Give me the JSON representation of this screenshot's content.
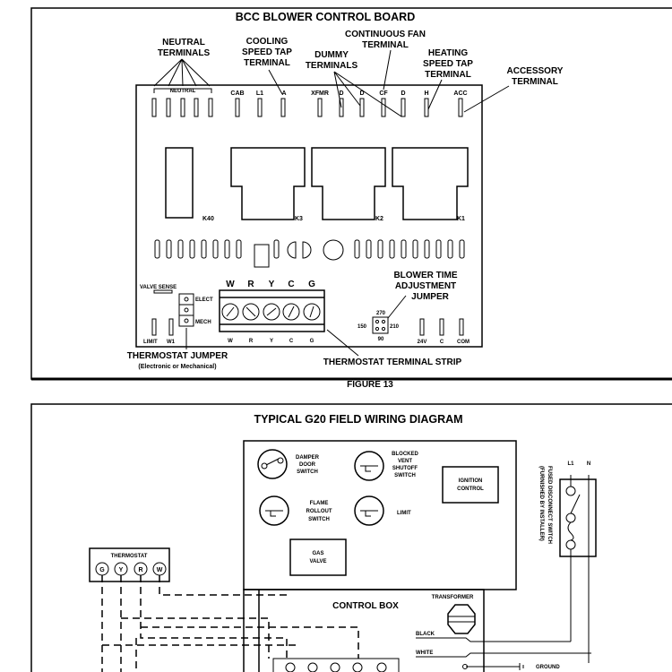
{
  "figure13": {
    "title": "BCC BLOWER CONTROL BOARD",
    "caption": "FIGURE 13",
    "callouts": {
      "neutral": [
        "NEUTRAL",
        "TERMINALS"
      ],
      "cooling": [
        "COOLING",
        "SPEED TAP",
        "TERMINAL"
      ],
      "dummy": [
        "DUMMY",
        "TERMINALS"
      ],
      "continuous_fan": [
        "CONTINUOUS FAN",
        "TERMINAL"
      ],
      "heating": [
        "HEATING",
        "SPEED TAP",
        "TERMINAL"
      ],
      "accessory": [
        "ACCESSORY",
        "TERMINAL"
      ],
      "blower_time": [
        "BLOWER TIME",
        "ADJUSTMENT",
        "JUMPER"
      ],
      "thermostat_jumper": [
        "THERMOSTAT JUMPER",
        "(Electronic or Mechanical)"
      ],
      "terminal_strip": "THERMOSTAT TERMINAL STRIP"
    },
    "board_labels": {
      "neutral": "NEUTRAL",
      "top_terminals": [
        "CAB",
        "L1",
        "A",
        "XFMR",
        "D",
        "D",
        "CF",
        "D",
        "H",
        "ACC"
      ],
      "relays": [
        "K40",
        "K3",
        "K2",
        "K1"
      ],
      "valve_sense": "VALVE SENSE",
      "elect": "ELECT",
      "mech": "MECH",
      "strip_top": [
        "W",
        "R",
        "Y",
        "C",
        "G"
      ],
      "strip_bottom": [
        "W",
        "R",
        "Y",
        "C",
        "G"
      ],
      "bottom_left": [
        "LIMIT",
        "W1"
      ],
      "bottom_right": [
        "24V",
        "C",
        "COM"
      ],
      "jumper_settings": [
        "270",
        "150",
        "210",
        "90"
      ]
    }
  },
  "figure_g20": {
    "title": "TYPICAL G20 FIELD WIRING DIAGRAM",
    "thermostat": {
      "label": "THERMOSTAT",
      "terminals": [
        "G",
        "Y",
        "R",
        "W"
      ]
    },
    "components": {
      "damper": [
        "DAMPER",
        "DOOR",
        "SWITCH"
      ],
      "blocked_vent": [
        "BLOCKED",
        "VENT",
        "SHUTOFF",
        "SWITCH"
      ],
      "ignition": [
        "IGNITION",
        "CONTROL"
      ],
      "flame_rollout": [
        "FLAME",
        "ROLLOUT",
        "SWITCH"
      ],
      "limit": "LIMIT",
      "gas_valve": [
        "GAS",
        "VALVE"
      ],
      "control_box": "CONTROL BOX",
      "transformer": "TRANSFORMER",
      "black": "BLACK",
      "white": "WHITE",
      "ground": "GROUND"
    },
    "disconnect": {
      "lines": [
        "FUSED DISCONNECT SWITCH",
        "(FURNISHED BY INSTALLER)"
      ],
      "l1": "L1",
      "n": "N"
    }
  }
}
